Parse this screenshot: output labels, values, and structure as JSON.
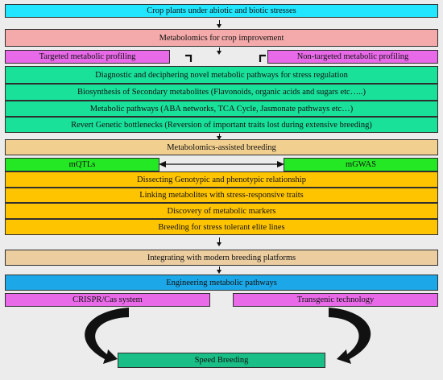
{
  "colors": {
    "cyan": "#22e6ff",
    "pink": "#f4aaaa",
    "magenta": "#e86ae8",
    "teal": "#19e19a",
    "tan": "#f1cf8e",
    "green": "#25e825",
    "orange": "#ffc400",
    "tan_light": "#ebcda0",
    "blue": "#1ca8e8",
    "seagreen": "#19bf86"
  },
  "nodes": {
    "stresses": "Crop plants under abiotic and biotic stresses",
    "metabolomics": "Metabolomics for crop improvement",
    "targeted": "Targeted metabolic profiling",
    "nontargeted": "Non-targeted metabolic profiling",
    "diagnostic": "Diagnostic and deciphering novel metabolic pathways for stress regulation",
    "biosynthesis": "Biosynthesis of Secondary metabolites (Flavonoids, organic acids and sugars etc…..)",
    "pathways": "Metabolic pathways (ABA networks, TCA Cycle, Jasmonate pathways etc…)",
    "bottlenecks": "Revert Genetic bottlenecks (Reversion of important traits lost during extensive breeding)",
    "assisted": "Metabolomics-assisted breeding",
    "mqtls": "mQTLs",
    "mgwas": "mGWAS",
    "dissecting": "Dissecting Genotypic and phenotypic relationship",
    "linking": "Linking metabolites with stress-responsive traits",
    "discovery": "Discovery of metabolic markers",
    "elite": "Breeding for stress tolerant elite lines",
    "integrating": "Integrating with modern breeding platforms",
    "engineering": "Engineering metabolic pathways",
    "crispr": "CRISPR/Cas system",
    "transgenic": "Transgenic technology",
    "speed": "Speed Breeding"
  }
}
